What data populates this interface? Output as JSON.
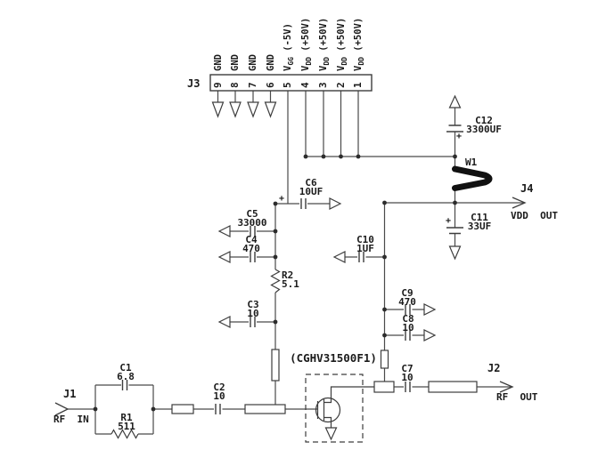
{
  "colors": {
    "bg": "#ffffff",
    "line": "#4a4a4a",
    "text": "#1b1b1b"
  },
  "j3": {
    "label": "J3",
    "pins": [
      {
        "num": "9",
        "base": "GND",
        "sub": "",
        "suffix": ""
      },
      {
        "num": "8",
        "base": "GND",
        "sub": "",
        "suffix": ""
      },
      {
        "num": "7",
        "base": "GND",
        "sub": "",
        "suffix": ""
      },
      {
        "num": "6",
        "base": "GND",
        "sub": "",
        "suffix": ""
      },
      {
        "num": "5",
        "base": "V",
        "sub": "GG",
        "suffix": " (-5V)"
      },
      {
        "num": "4",
        "base": "V",
        "sub": "DD",
        "suffix": " (+50V)"
      },
      {
        "num": "3",
        "base": "V",
        "sub": "DD",
        "suffix": " (+50V)"
      },
      {
        "num": "2",
        "base": "V",
        "sub": "DD",
        "suffix": " (+50V)"
      },
      {
        "num": "1",
        "base": "V",
        "sub": "DD",
        "suffix": " (+50V)"
      }
    ]
  },
  "ports": {
    "j1": {
      "label": "J1",
      "name": "RF  IN"
    },
    "j2": {
      "label": "J2",
      "name": "RF  OUT"
    },
    "j4": {
      "label": "J4",
      "name": "VDD  OUT"
    }
  },
  "components": {
    "c1": {
      "ref": "C1",
      "val": "6.8"
    },
    "c2": {
      "ref": "C2",
      "val": "10"
    },
    "c3": {
      "ref": "C3",
      "val": "10"
    },
    "c4": {
      "ref": "C4",
      "val": "470"
    },
    "c5": {
      "ref": "C5",
      "val": "33000"
    },
    "c6": {
      "ref": "C6",
      "val": "10UF",
      "plus": "+"
    },
    "c7": {
      "ref": "C7",
      "val": "10"
    },
    "c8": {
      "ref": "C8",
      "val": "10"
    },
    "c9": {
      "ref": "C9",
      "val": "470"
    },
    "c10": {
      "ref": "C10",
      "val": "1UF"
    },
    "c11": {
      "ref": "C11",
      "val": "33UF",
      "plus": "+"
    },
    "c12": {
      "ref": "C12",
      "val": "3300UF",
      "plus": "+"
    },
    "r1": {
      "ref": "R1",
      "val": "511"
    },
    "r2": {
      "ref": "R2",
      "val": "5.1"
    },
    "w1": {
      "ref": "W1"
    },
    "q1": {
      "part": "(CGHV31500F1)"
    }
  }
}
